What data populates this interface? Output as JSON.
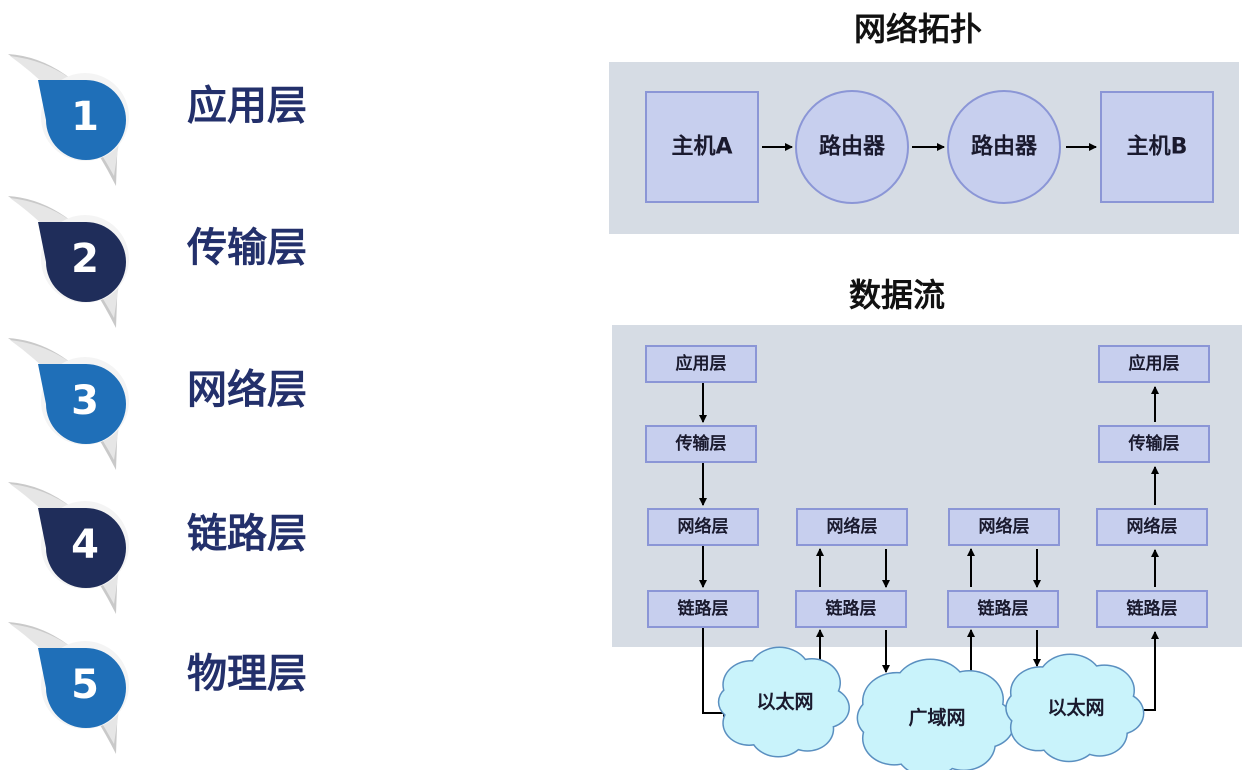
{
  "layers": [
    {
      "num": "1",
      "label": "应用层",
      "color": "#1f6fb8"
    },
    {
      "num": "2",
      "label": "传输层",
      "color": "#1f2d5a"
    },
    {
      "num": "3",
      "label": "网络层",
      "color": "#1f6fb8"
    },
    {
      "num": "4",
      "label": "链路层",
      "color": "#1f2d5a"
    },
    {
      "num": "5",
      "label": "物理层",
      "color": "#1f6fb8"
    }
  ],
  "topology": {
    "title": "网络拓扑",
    "nodes": [
      "主机A",
      "路由器",
      "路由器",
      "主机B"
    ]
  },
  "dataflow": {
    "title": "数据流",
    "host_a": [
      "应用层",
      "传输层",
      "网络层",
      "链路层"
    ],
    "router_1": [
      "网络层",
      "链路层"
    ],
    "router_2": [
      "网络层",
      "链路层"
    ],
    "host_b": [
      "应用层",
      "传输层",
      "网络层",
      "链路层"
    ],
    "clouds": [
      "以太网",
      "广域网",
      "以太网"
    ]
  },
  "colors": {
    "panel": "#d6dce4",
    "node_fill": "#c7cfee",
    "node_stroke": "#8b96d6",
    "cloud_fill": "#c9f3fb",
    "cloud_stroke": "#5a8fc0",
    "label_text": "#23306b"
  }
}
